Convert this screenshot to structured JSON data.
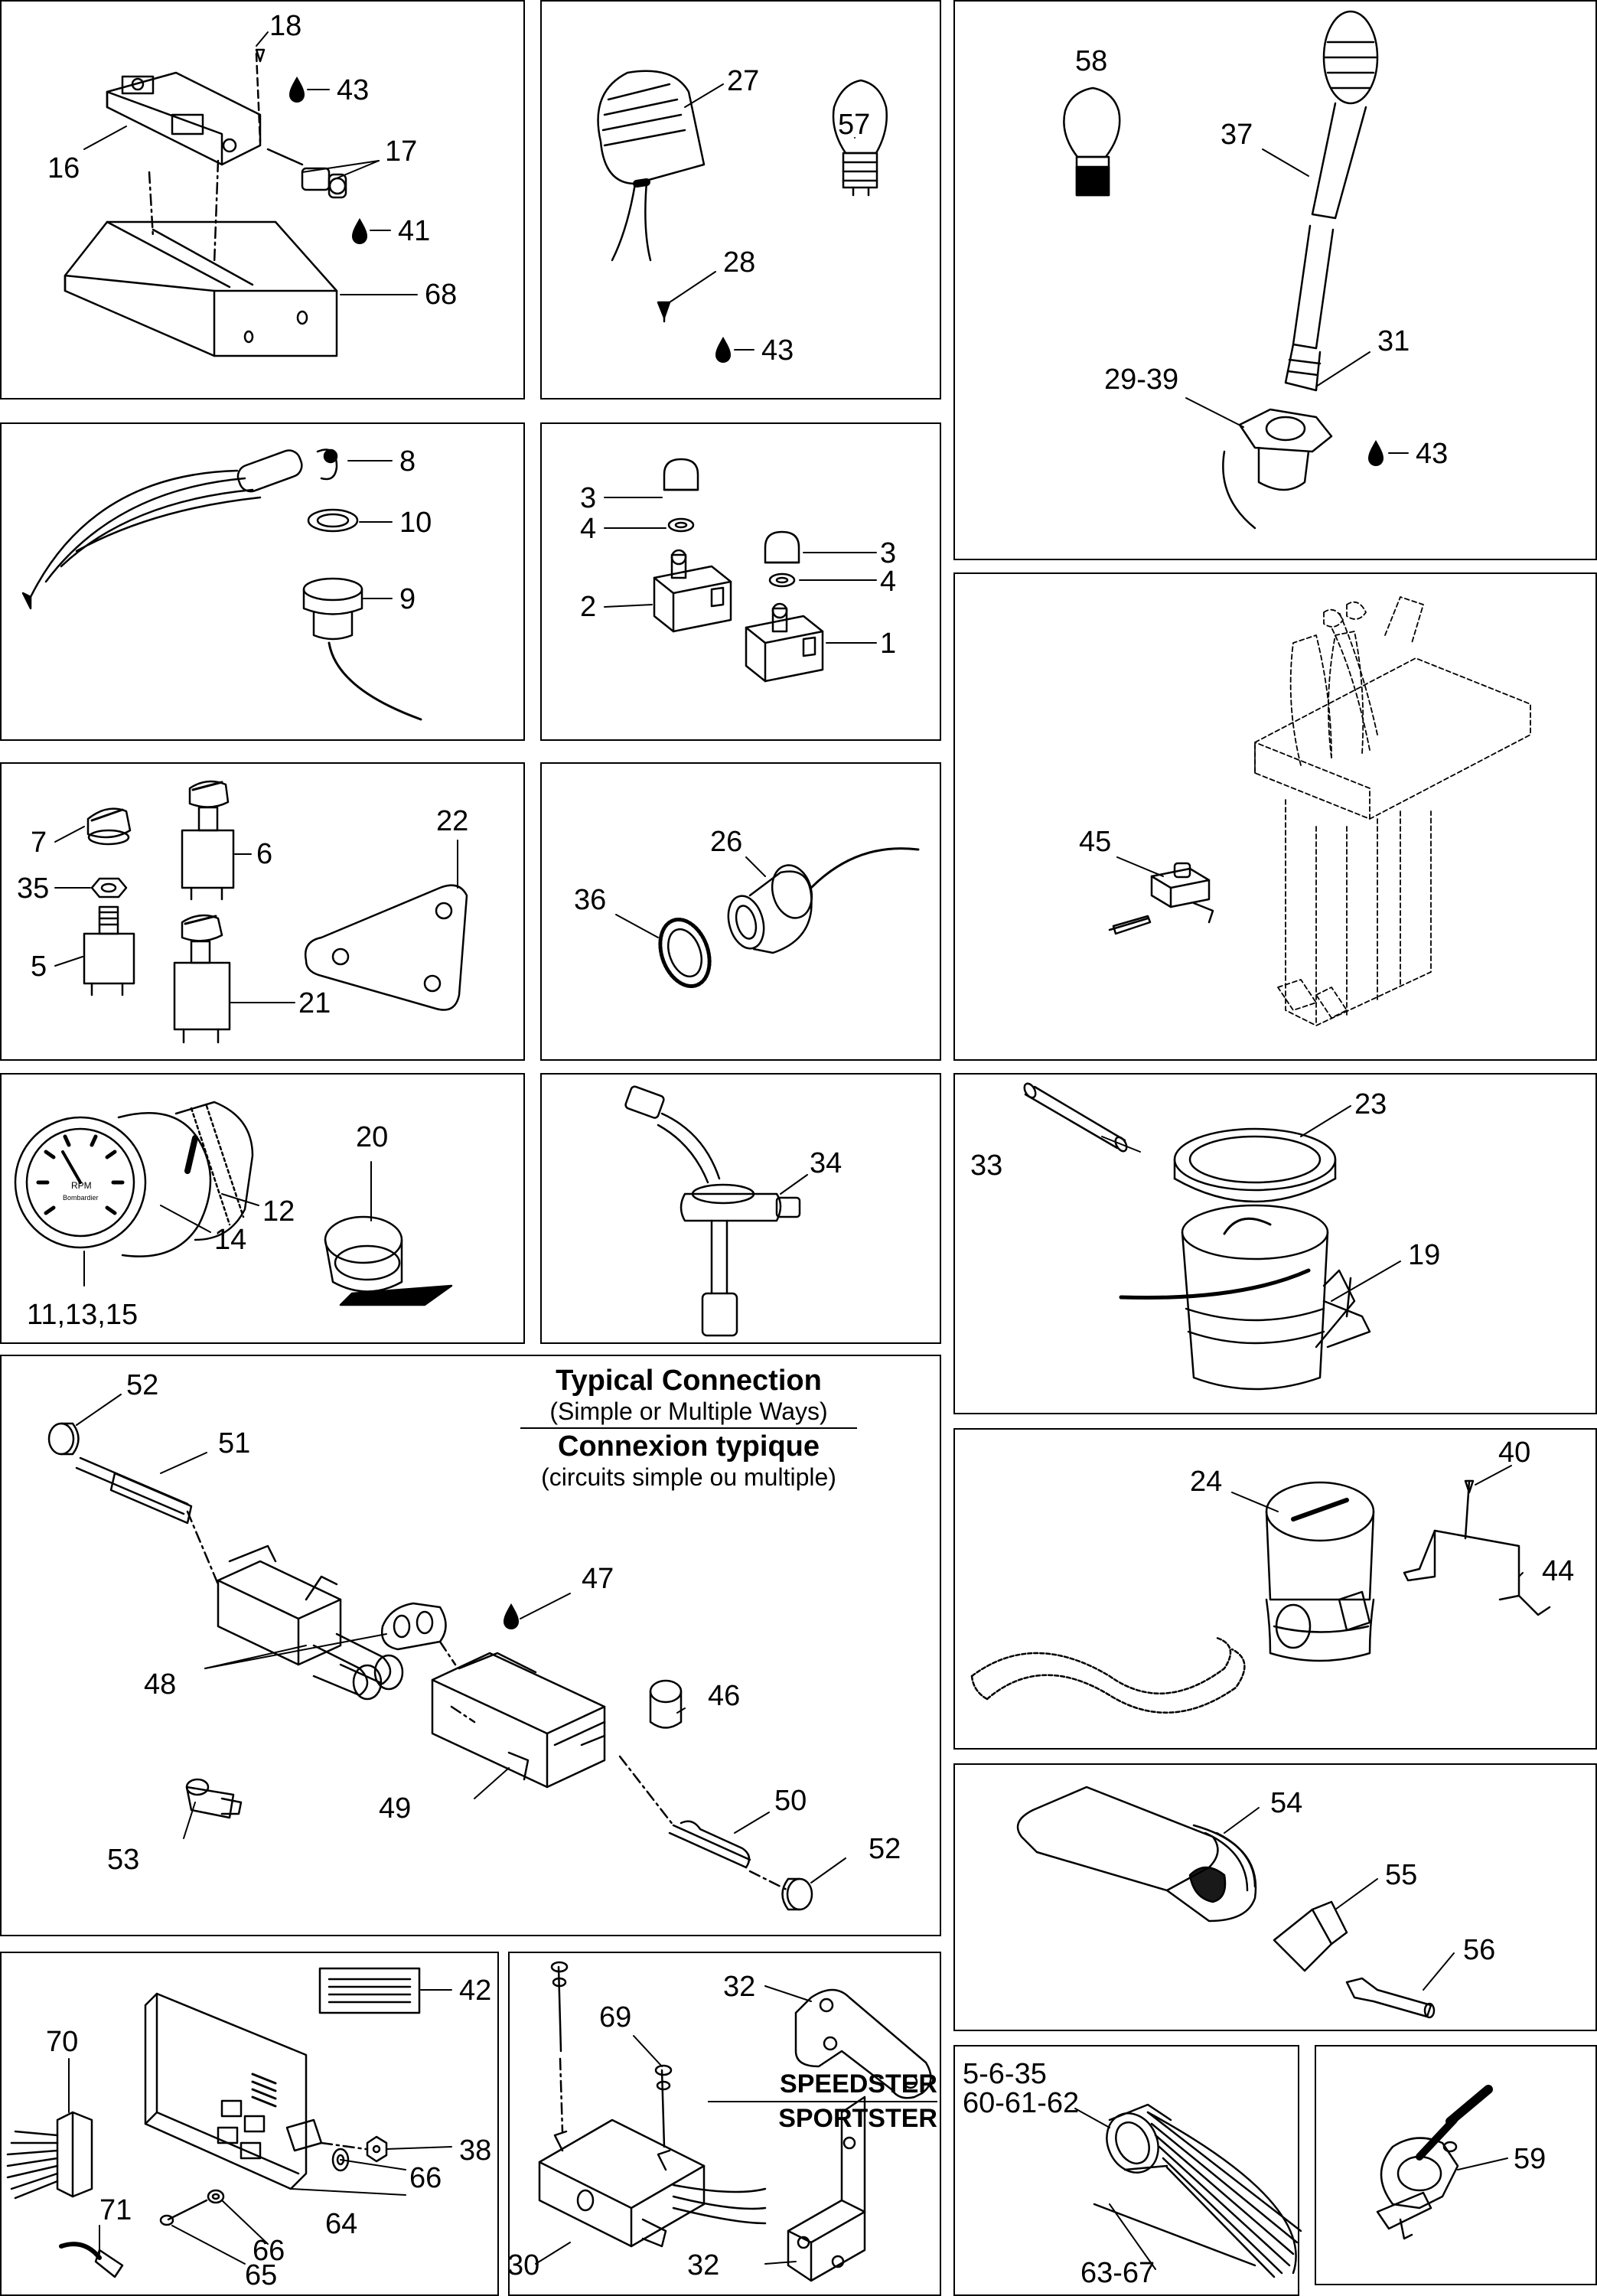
{
  "labels": {
    "p01": [
      "18",
      "43",
      "17",
      "16",
      "41",
      "68"
    ],
    "p02": [
      "27",
      "57",
      "28",
      "43"
    ],
    "p03": [
      "58",
      "37",
      "31",
      "29-39",
      "43"
    ],
    "p04": [
      "8",
      "10",
      "9"
    ],
    "p05": [
      "3",
      "4",
      "3",
      "4",
      "2",
      "1"
    ],
    "p06": [
      "45"
    ],
    "p07": [
      "22",
      "7",
      "6",
      "35",
      "5",
      "21"
    ],
    "p08": [
      "26",
      "36"
    ],
    "p09": [
      "20",
      "12",
      "14",
      "11,13,15"
    ],
    "p10": [
      "34"
    ],
    "p11": [
      "23",
      "33",
      "19"
    ],
    "p12": [
      "52",
      "51",
      "47",
      "48",
      "46",
      "49",
      "50",
      "53",
      "52"
    ],
    "p13": [
      "40",
      "24",
      "44"
    ],
    "p14": [
      "54",
      "55",
      "56"
    ],
    "p15": [
      "42",
      "70",
      "38",
      "66",
      "66",
      "64",
      "71",
      "65"
    ],
    "p16": [
      "32",
      "69",
      "30",
      "32"
    ],
    "p17": [
      "5-6-35",
      "60-61-62",
      "63-67"
    ],
    "p18": [
      "59"
    ]
  },
  "connection": {
    "en_title": "Typical Connection",
    "en_sub": "(Simple or Multiple Ways)",
    "fr_title": "Connexion typique",
    "fr_sub": "(circuits simple ou multiple)"
  },
  "models": {
    "a": "SPEEDSTER",
    "b": "SPORTSTER"
  },
  "gauge": {
    "face_text": "RPM",
    "face_sub": "Bombardier"
  },
  "colors": {
    "line": "#000000",
    "background": "#ffffff"
  }
}
